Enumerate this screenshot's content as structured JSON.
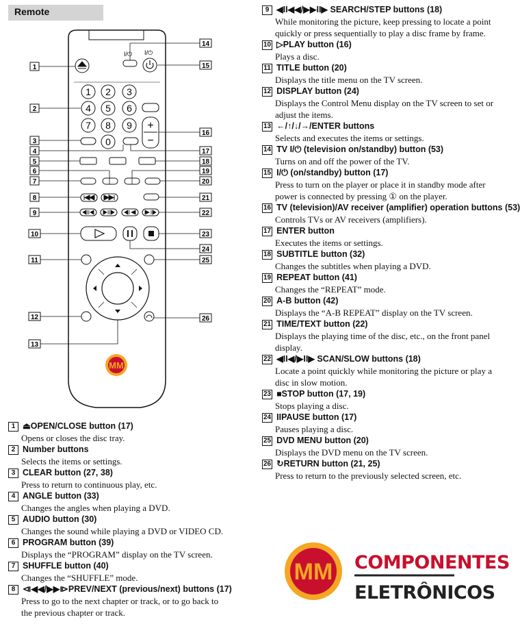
{
  "section": {
    "title": "Remote"
  },
  "remote": {
    "digits": [
      "1",
      "2",
      "3",
      "4",
      "5",
      "6",
      "7",
      "8",
      "9",
      "0"
    ],
    "callouts": [
      "1",
      "2",
      "3",
      "4",
      "5",
      "6",
      "7",
      "8",
      "9",
      "10",
      "11",
      "12",
      "13",
      "14",
      "15",
      "16",
      "17",
      "18",
      "19",
      "20",
      "21",
      "22",
      "23",
      "24",
      "25",
      "26"
    ],
    "logo_text": "MM",
    "tv_power_symbol": "I/⏻",
    "power_symbol": "I/⏻",
    "plus": "+",
    "minus": "−"
  },
  "entries_left": [
    {
      "num": "1",
      "title": "⏏OPEN/CLOSE button (17)",
      "desc": "Opens or closes the disc tray."
    },
    {
      "num": "2",
      "title": "Number buttons",
      "desc": "Selects the items or settings."
    },
    {
      "num": "3",
      "title": "CLEAR button (27, 38)",
      "desc": "Press to return to continuous play, etc."
    },
    {
      "num": "4",
      "title": "ANGLE button (33)",
      "desc": "Changes the angles when playing a DVD."
    },
    {
      "num": "5",
      "title": "AUDIO button (30)",
      "desc": "Changes the sound while playing a DVD or VIDEO CD."
    },
    {
      "num": "6",
      "title": "PROGRAM button (39)",
      "desc": "Displays the “PROGRAM” display on the TV screen."
    },
    {
      "num": "7",
      "title": "SHUFFLE button (40)",
      "desc": "Changes the “SHUFFLE” mode."
    },
    {
      "num": "8",
      "title": "⧏◀◀/▶▶⧐PREV/NEXT (previous/next) buttons (17)",
      "desc": "Press to go to the next chapter or track, or to go back to the previous chapter or track."
    }
  ],
  "entries_right": [
    {
      "num": "9",
      "title": "◀II◀◀/▶▶II▶ SEARCH/STEP buttons (18)",
      "desc": "While monitoring the picture, keep pressing to locate a point quickly or press sequentially to play a disc frame by frame."
    },
    {
      "num": "10",
      "title": "▷PLAY button (16)",
      "desc": "Plays a disc."
    },
    {
      "num": "11",
      "title": "TITLE button (20)",
      "desc": "Displays the title menu on the TV screen."
    },
    {
      "num": "12",
      "title": "DISPLAY button (24)",
      "desc": "Displays the Control Menu display on the TV screen to set or adjust the items."
    },
    {
      "num": "13",
      "title": "←/↑/↓/→/ENTER buttons",
      "desc": "Selects and executes the items or settings."
    },
    {
      "num": "14",
      "title": "TV I/⏻ (television on/standby) button (53)",
      "desc": "Turns on and off the power of the TV."
    },
    {
      "num": "15",
      "title": "I/⏻ (on/standby) button (17)",
      "desc": "Press to turn on the player or place it in standby mode after power is connected by pressing ① on the player."
    },
    {
      "num": "16",
      "title": "TV (television)/AV receiver (amplifier) operation buttons (53)",
      "desc": "Controls TVs or AV receivers (amplifiers)."
    },
    {
      "num": "17",
      "title": "ENTER button",
      "desc": "Executes the items or settings."
    },
    {
      "num": "18",
      "title": "SUBTITLE button (32)",
      "desc": "Changes the subtitles when playing a DVD."
    },
    {
      "num": "19",
      "title": "REPEAT button (41)",
      "desc": "Changes the “REPEAT” mode."
    },
    {
      "num": "20",
      "title": "A-B button (42)",
      "desc": "Displays the “A-B REPEAT” display on the TV screen."
    },
    {
      "num": "21",
      "title": "TIME/TEXT button (22)",
      "desc": "Displays the playing time of the disc, etc., on the front panel display."
    },
    {
      "num": "22",
      "title": "◀II◀/▶II▶ SCAN/SLOW buttons (18)",
      "desc": "Locate a point quickly while monitoring the picture or play a disc in slow motion."
    },
    {
      "num": "23",
      "title": "■STOP button (17, 19)",
      "desc": "Stops playing a disc."
    },
    {
      "num": "24",
      "title": "IIPAUSE button (17)",
      "desc": "Pauses playing a disc."
    },
    {
      "num": "25",
      "title": "DVD MENU button (20)",
      "desc": "Displays the DVD menu on the TV screen."
    },
    {
      "num": "26",
      "title": "↻RETURN button (21, 25)",
      "desc": "Press to return to the previously selected screen, etc."
    }
  ],
  "brand": {
    "logo_mark": "MM",
    "line1": "COMPONENTES",
    "line2": "ELETRÔNICOS",
    "primary_color": "#c8102e",
    "accent_color": "#f5a623"
  }
}
